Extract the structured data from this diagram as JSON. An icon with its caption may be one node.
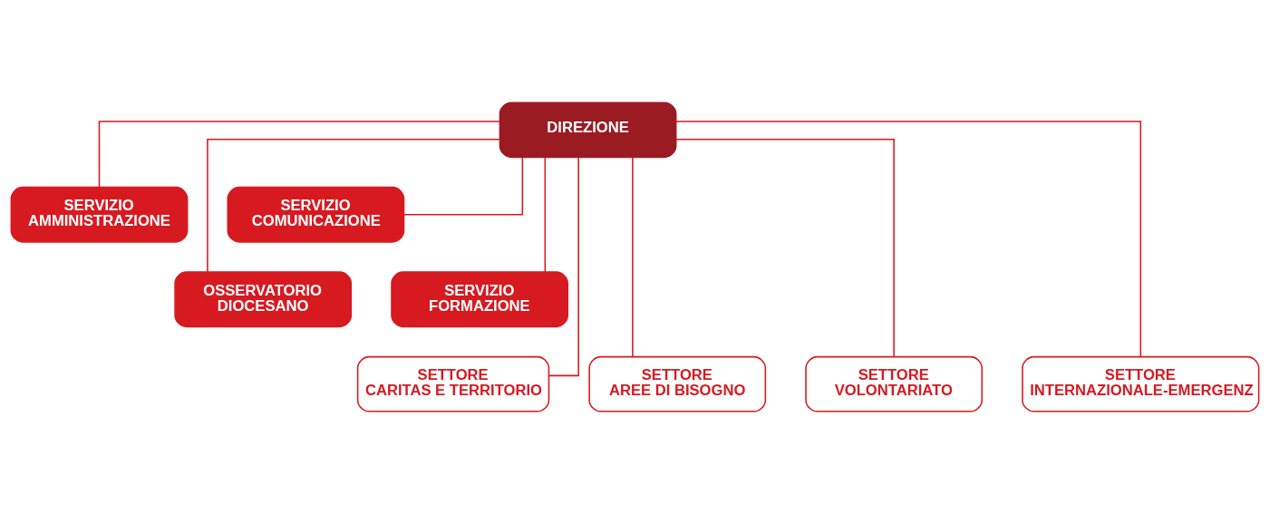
{
  "diagram": {
    "nodes": [
      {
        "text": [
          "DIREZIONE"
        ]
      },
      {
        "text": [
          "SERVIZIO AMMINISTRAZIONE"
        ]
      },
      {
        "text": [
          "SERVIZIO COMUNICAZIONE"
        ]
      },
      {
        "text": [
          "OSSERVATORIO DIOCESANO"
        ]
      },
      {
        "text": [
          "SERVIZIO FORMAZIONE"
        ]
      },
      {
        "text": [
          "SETTORE CARITAS E TERRITORIO"
        ]
      },
      {
        "text": [
          "SETTORE AREE DI BISOGNO"
        ]
      },
      {
        "text": [
          "SETTORE VOLONTARIATO"
        ]
      },
      {
        "text": [
          "SETTORE INTERNAZIONALE-EMERGENZ"
        ]
      }
    ],
    "edges": [
      {
        "from": 0,
        "to": 1,
        "arrow": "none"
      },
      {
        "from": 0,
        "to": 2,
        "arrow": "none"
      },
      {
        "from": 0,
        "to": 3,
        "arrow": "none"
      },
      {
        "from": 0,
        "to": 4,
        "arrow": "none"
      },
      {
        "from": 0,
        "to": 5,
        "arrow": "none"
      },
      {
        "from": 0,
        "to": 6,
        "arrow": "none"
      },
      {
        "from": 0,
        "to": 7,
        "arrow": "none"
      },
      {
        "from": 0,
        "to": 8,
        "arrow": "none"
      }
    ]
  }
}
